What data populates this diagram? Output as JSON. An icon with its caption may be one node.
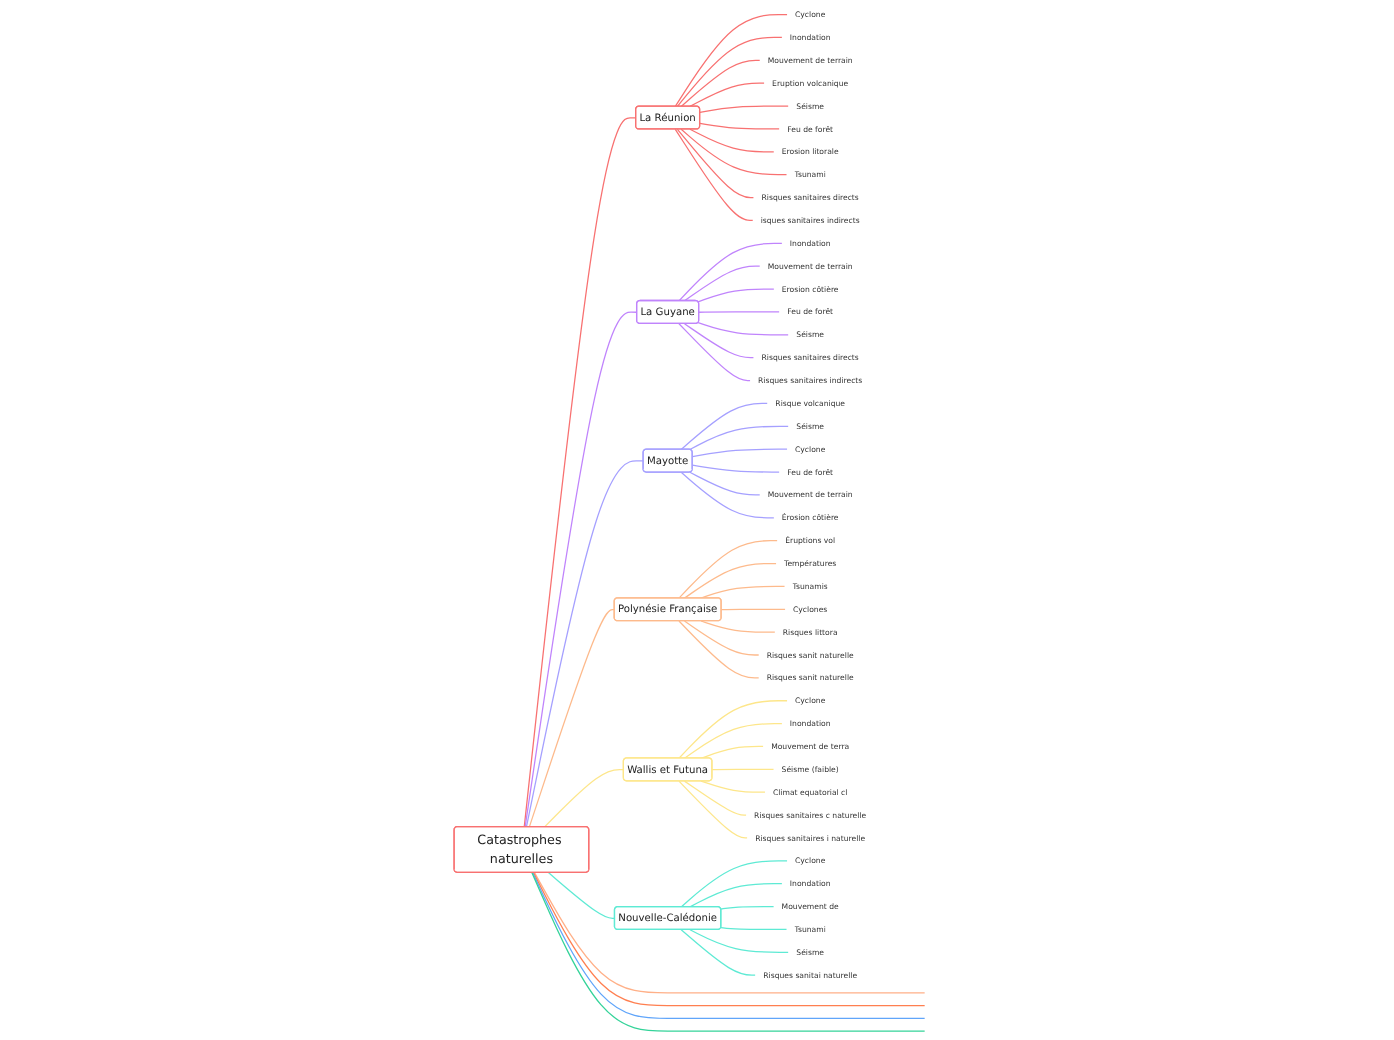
{
  "diagram": {
    "nodes": [
      {
        "text": [
          "Catastrophes naturelles"
        ]
      },
      {
        "text": [
          "La Réunion"
        ]
      },
      {
        "text": [
          "Cyclone"
        ]
      },
      {
        "text": [
          "Inondation"
        ]
      },
      {
        "text": [
          "Mouvement de terrain"
        ]
      },
      {
        "text": [
          "Eruption volcanique"
        ]
      },
      {
        "text": [
          "Séisme"
        ]
      },
      {
        "text": [
          "Feu de forêt"
        ]
      },
      {
        "text": [
          "Erosion litorale"
        ]
      },
      {
        "text": [
          "Tsunami"
        ]
      },
      {
        "text": [
          "Risques sanitaires directs"
        ]
      },
      {
        "text": [
          "isques sanitaires indirects"
        ]
      },
      {
        "text": [
          "La Guyane"
        ]
      },
      {
        "text": [
          "Inondation"
        ]
      },
      {
        "text": [
          "Mouvement de terrain"
        ]
      },
      {
        "text": [
          "Erosion côtière"
        ]
      },
      {
        "text": [
          "Feu de forêt"
        ]
      },
      {
        "text": [
          "Séisme"
        ]
      },
      {
        "text": [
          "Risques sanitaires directs"
        ]
      },
      {
        "text": [
          "Risques sanitaires indirects"
        ]
      },
      {
        "text": [
          "Mayotte"
        ]
      },
      {
        "text": [
          "Risque volcanique"
        ]
      },
      {
        "text": [
          "Séisme"
        ]
      },
      {
        "text": [
          "Cyclone"
        ]
      },
      {
        "text": [
          "Feu de forêt"
        ]
      },
      {
        "text": [
          "Mouvement de terrain"
        ]
      },
      {
        "text": [
          "Érosion côtière"
        ]
      },
      {
        "text": [
          "Polynésie Française"
        ]
      },
      {
        "text": [
          "Éruptions vol"
        ]
      },
      {
        "text": [
          "Températures"
        ]
      },
      {
        "text": [
          "Tsunamis"
        ]
      },
      {
        "text": [
          "Cyclones"
        ]
      },
      {
        "text": [
          "Risques littora"
        ]
      },
      {
        "text": [
          "Risques sanit naturelle"
        ]
      },
      {
        "text": [
          "Risques sanit naturelle"
        ]
      },
      {
        "text": [
          "Wallis et Futuna"
        ]
      },
      {
        "text": [
          "Cyclone"
        ]
      },
      {
        "text": [
          "Inondation"
        ]
      },
      {
        "text": [
          "Mouvement de terra"
        ]
      },
      {
        "text": [
          "Séisme (faible)"
        ]
      },
      {
        "text": [
          "Climat equatorial cl"
        ]
      },
      {
        "text": [
          "Risques sanitaires c naturelle"
        ]
      },
      {
        "text": [
          "Risques sanitaires i naturelle"
        ]
      },
      {
        "text": [
          "Nouvelle-Calédonie"
        ]
      },
      {
        "text": [
          "Cyclone"
        ]
      },
      {
        "text": [
          "Inondation"
        ]
      },
      {
        "text": [
          "Mouvement de"
        ]
      },
      {
        "text": [
          "Tsunami"
        ]
      },
      {
        "text": [
          "Séisme"
        ]
      },
      {
        "text": [
          "Risques sanitai naturelle"
        ]
      }
    ],
    "edges": [
      {
        "from": 0,
        "to": null,
        "arrow": "none",
        "color": "#ffb088"
      },
      {
        "from": 0,
        "to": null,
        "arrow": "none",
        "color": "#ff7f50"
      },
      {
        "from": 0,
        "to": 1,
        "arrow": "none",
        "color": "#f87171"
      },
      {
        "from": 1,
        "to": 2,
        "arrow": "none",
        "color": "#f87171"
      },
      {
        "from": 1,
        "to": 3,
        "arrow": "none",
        "color": "#f87171"
      },
      {
        "from": 1,
        "to": 4,
        "arrow": "none",
        "color": "#f87171"
      },
      {
        "from": 1,
        "to": 5,
        "arrow": "none",
        "color": "#f87171"
      },
      {
        "from": 1,
        "to": 6,
        "arrow": "none",
        "color": "#f87171"
      },
      {
        "from": 1,
        "to": 7,
        "arrow": "none",
        "color": "#f87171"
      },
      {
        "from": 1,
        "to": 8,
        "arrow": "none",
        "color": "#f87171"
      },
      {
        "from": 1,
        "to": 9,
        "arrow": "none",
        "color": "#f87171"
      },
      {
        "from": 1,
        "to": 10,
        "arrow": "none",
        "color": "#f87171"
      },
      {
        "from": 1,
        "to": 11,
        "arrow": "none",
        "color": "#f87171"
      },
      {
        "from": 0,
        "to": 12,
        "arrow": "none",
        "color": "#c084fc"
      },
      {
        "from": 12,
        "to": 13,
        "arrow": "none",
        "color": "#c084fc"
      },
      {
        "from": 12,
        "to": 14,
        "arrow": "none",
        "color": "#c084fc"
      },
      {
        "from": 12,
        "to": 15,
        "arrow": "none",
        "color": "#c084fc"
      },
      {
        "from": 12,
        "to": 16,
        "arrow": "none",
        "color": "#c084fc"
      },
      {
        "from": 12,
        "to": 17,
        "arrow": "none",
        "color": "#c084fc"
      },
      {
        "from": 12,
        "to": 18,
        "arrow": "none",
        "color": "#c084fc"
      },
      {
        "from": 12,
        "to": 19,
        "arrow": "none",
        "color": "#c084fc"
      },
      {
        "from": 0,
        "to": 20,
        "arrow": "none",
        "color": "#a5a0ff"
      },
      {
        "from": 20,
        "to": 21,
        "arrow": "none",
        "color": "#a5a0ff"
      },
      {
        "from": 20,
        "to": 22,
        "arrow": "none",
        "color": "#a5a0ff"
      },
      {
        "from": 20,
        "to": 23,
        "arrow": "none",
        "color": "#a5a0ff"
      },
      {
        "from": 20,
        "to": 24,
        "arrow": "none",
        "color": "#a5a0ff"
      },
      {
        "from": 20,
        "to": 25,
        "arrow": "none",
        "color": "#a5a0ff"
      },
      {
        "from": 20,
        "to": 26,
        "arrow": "none",
        "color": "#a5a0ff"
      },
      {
        "from": 0,
        "to": null,
        "arrow": "none",
        "color": "#60a5fa"
      },
      {
        "from": 0,
        "to": null,
        "arrow": "none",
        "color": "#34d399"
      },
      {
        "from": 0,
        "to": 27,
        "arrow": "none",
        "color": "#fdba8c"
      },
      {
        "from": 27,
        "to": 28,
        "arrow": "none",
        "color": "#fdba8c"
      },
      {
        "from": 27,
        "to": 29,
        "arrow": "none",
        "color": "#fdba8c"
      },
      {
        "from": 27,
        "to": 30,
        "arrow": "none",
        "color": "#fdba8c"
      },
      {
        "from": 27,
        "to": 31,
        "arrow": "none",
        "color": "#fdba8c"
      },
      {
        "from": 27,
        "to": 32,
        "arrow": "none",
        "color": "#fdba8c"
      },
      {
        "from": 27,
        "to": 33,
        "arrow": "none",
        "color": "#fdba8c"
      },
      {
        "from": 27,
        "to": 34,
        "arrow": "none",
        "color": "#fdba8c"
      },
      {
        "from": 0,
        "to": 35,
        "arrow": "none",
        "color": "#fde68a"
      },
      {
        "from": 35,
        "to": 36,
        "arrow": "none",
        "color": "#fde68a"
      },
      {
        "from": 35,
        "to": 37,
        "arrow": "none",
        "color": "#fde68a"
      },
      {
        "from": 35,
        "to": 38,
        "arrow": "none",
        "color": "#fde68a"
      },
      {
        "from": 35,
        "to": 39,
        "arrow": "none",
        "color": "#fde68a"
      },
      {
        "from": 35,
        "to": 40,
        "arrow": "none",
        "color": "#fde68a"
      },
      {
        "from": 35,
        "to": 41,
        "arrow": "none",
        "color": "#fde68a"
      },
      {
        "from": 35,
        "to": 42,
        "arrow": "none",
        "color": "#fde68a"
      },
      {
        "from": 0,
        "to": 43,
        "arrow": "none",
        "color": "#5eead4"
      },
      {
        "from": 43,
        "to": 44,
        "arrow": "none",
        "color": "#5eead4"
      },
      {
        "from": 43,
        "to": 45,
        "arrow": "none",
        "color": "#5eead4"
      },
      {
        "from": 43,
        "to": 46,
        "arrow": "none",
        "color": "#5eead4"
      },
      {
        "from": 43,
        "to": 47,
        "arrow": "none",
        "color": "#5eead4"
      },
      {
        "from": 43,
        "to": 48,
        "arrow": "none",
        "color": "#5eead4"
      },
      {
        "from": 43,
        "to": 49,
        "arrow": "none",
        "color": "#5eead4"
      }
    ]
  }
}
